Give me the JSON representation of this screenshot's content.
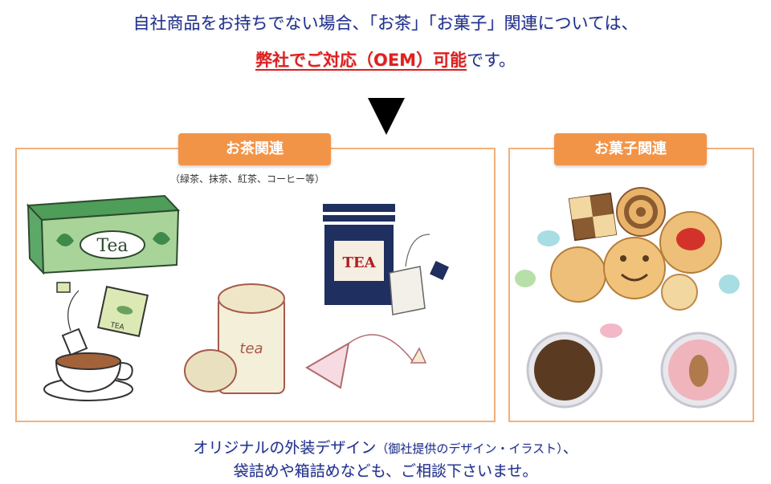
{
  "headline": {
    "line1": "自社商品をお持ちでない場合、「お茶」「お菓子」関連については、",
    "line2_red": "弊社でご対応（OEM）可能",
    "line2_rest": "です。"
  },
  "tea_section": {
    "title": "お茶関連",
    "note": "（緑茶、抹茶、紅茶、コーヒー等）",
    "box_label": "Tea",
    "tin_label": "TEA",
    "bag_label": "TEA",
    "can_label": "tea"
  },
  "sweets_section": {
    "title": "お菓子関連"
  },
  "footer": {
    "line1_main": "オリジナルの外装デザイン",
    "line1_small": "（御社提供のデザイン・イラスト）",
    "line1_end": "、",
    "line2": "袋詰めや箱詰めなども、ご相談下さいませ。"
  },
  "colors": {
    "navy_text": "#1f2f8f",
    "accent_red": "#e01f1f",
    "tab_orange": "#f29448",
    "panel_border": "#f2b07a"
  }
}
